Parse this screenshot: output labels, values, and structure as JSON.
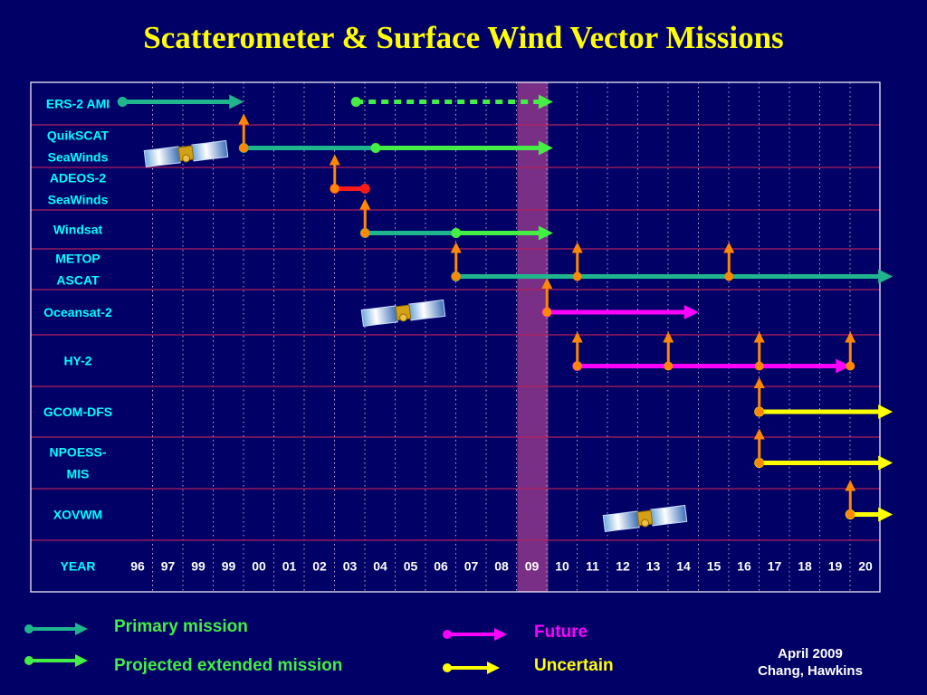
{
  "title": "Scatterometer & Surface Wind Vector Missions",
  "colors": {
    "background": "#000066",
    "title": "#ffff00",
    "row_line": "#b0205a",
    "grid_dot": "#c9a8d8",
    "current_year_band": "#7a2f86",
    "primary": "#1fb58d",
    "extended": "#44ee44",
    "future": "#ff00ff",
    "uncertain": "#ffff00",
    "red_segment": "#ff1a1a",
    "launch_arrow": "#ff8800",
    "label_text": "#00ffff"
  },
  "chart_data": {
    "type": "timeline",
    "year_axis_label": "YEAR",
    "year_labels": [
      "96",
      "97",
      "99",
      "99",
      "00",
      "01",
      "02",
      "03",
      "04",
      "05",
      "06",
      "07",
      "08",
      "09",
      "10",
      "11",
      "12",
      "13",
      "14",
      "15",
      "16",
      "17",
      "18",
      "19",
      "20"
    ],
    "highlight_year": "09",
    "missions": [
      {
        "label": [
          "ERS-2 AMI"
        ],
        "segments": [
          {
            "kind": "primary",
            "from": 1995.5,
            "to": 1999.5,
            "arrow": true
          },
          {
            "kind": "extended-dotted",
            "from": 2003.2,
            "to": 2009.7,
            "arrow": true
          }
        ],
        "launches": []
      },
      {
        "label": [
          "QuikSCAT",
          "SeaWinds"
        ],
        "segments": [
          {
            "kind": "primary",
            "from": 1999.5,
            "to": 2003.85,
            "arrow": false
          },
          {
            "kind": "extended",
            "from": 2003.85,
            "to": 2009.7,
            "arrow": true
          }
        ],
        "launches": [
          1999.5
        ],
        "satellite": true
      },
      {
        "label": [
          "ADEOS-2",
          "SeaWinds"
        ],
        "segments": [
          {
            "kind": "red",
            "from": 2002.5,
            "to": 2003.5,
            "arrow": false
          }
        ],
        "launches": [
          2002.5
        ]
      },
      {
        "label": [
          "Windsat"
        ],
        "segments": [
          {
            "kind": "primary",
            "from": 2003.5,
            "to": 2006.5,
            "arrow": false
          },
          {
            "kind": "extended",
            "from": 2006.5,
            "to": 2009.7,
            "arrow": true
          }
        ],
        "launches": [
          2003.5
        ]
      },
      {
        "label": [
          "METOP",
          "ASCAT"
        ],
        "segments": [
          {
            "kind": "primary",
            "from": 2006.5,
            "to": 2020.9,
            "arrow": true
          }
        ],
        "launches": [
          2006.5,
          2010.5,
          2015.5
        ]
      },
      {
        "label": [
          "Oceansat-2"
        ],
        "segments": [
          {
            "kind": "future",
            "from": 2009.5,
            "to": 2014.5,
            "arrow": true
          }
        ],
        "launches": [
          2009.5
        ],
        "satellite": true
      },
      {
        "label": [
          "HY-2"
        ],
        "segments": [
          {
            "kind": "future",
            "from": 2010.5,
            "to": 2019.5,
            "arrow": true
          }
        ],
        "launches": [
          2010.5,
          2013.5,
          2016.5,
          2019.5
        ]
      },
      {
        "label": [
          "GCOM-DFS"
        ],
        "segments": [
          {
            "kind": "uncertain",
            "from": 2016.5,
            "to": 2020.9,
            "arrow": true
          }
        ],
        "launches": [
          2016.5
        ]
      },
      {
        "label": [
          "NPOESS-",
          "MIS"
        ],
        "segments": [
          {
            "kind": "uncertain",
            "from": 2016.5,
            "to": 2020.9,
            "arrow": true
          }
        ],
        "launches": [
          2016.5
        ]
      },
      {
        "label": [
          "XOVWM"
        ],
        "segments": [
          {
            "kind": "uncertain",
            "from": 2019.5,
            "to": 2020.9,
            "arrow": true
          }
        ],
        "launches": [
          2019.5
        ],
        "satellite": true
      }
    ]
  },
  "legend": {
    "primary": "Primary mission",
    "extended": "Projected extended mission",
    "future": "Future",
    "uncertain": "Uncertain"
  },
  "credit": {
    "date": "April 2009",
    "authors": "Chang, Hawkins"
  }
}
